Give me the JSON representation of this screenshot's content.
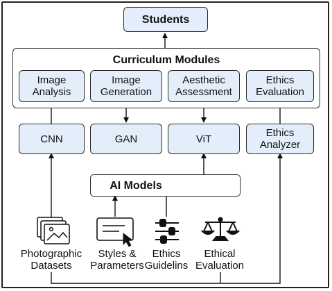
{
  "top": {
    "students": "Students"
  },
  "curriculum": {
    "title": "Curriculum Modules",
    "modules": [
      "Image\nAnalysis",
      "Image\nGeneration",
      "Aesthetic\nAssessment",
      "Ethics\nEvaluation"
    ]
  },
  "models": [
    "CNN",
    "GAN",
    "ViT",
    "Ethics\nAnalyzer"
  ],
  "ai_models": {
    "label": "AI Models"
  },
  "inputs": [
    {
      "label": "Photographic\nDatasets",
      "icon": "photo-stack-icon"
    },
    {
      "label": "Styles &\nParameters",
      "icon": "cursor-window-icon"
    },
    {
      "label": "Ethics\nGuidelins",
      "icon": "sliders-icon"
    },
    {
      "label": "Ethical\nEvaluation",
      "icon": "scales-icon"
    }
  ],
  "colors": {
    "box_fill": "#e4eefb",
    "stroke": "#2a2a2a"
  }
}
